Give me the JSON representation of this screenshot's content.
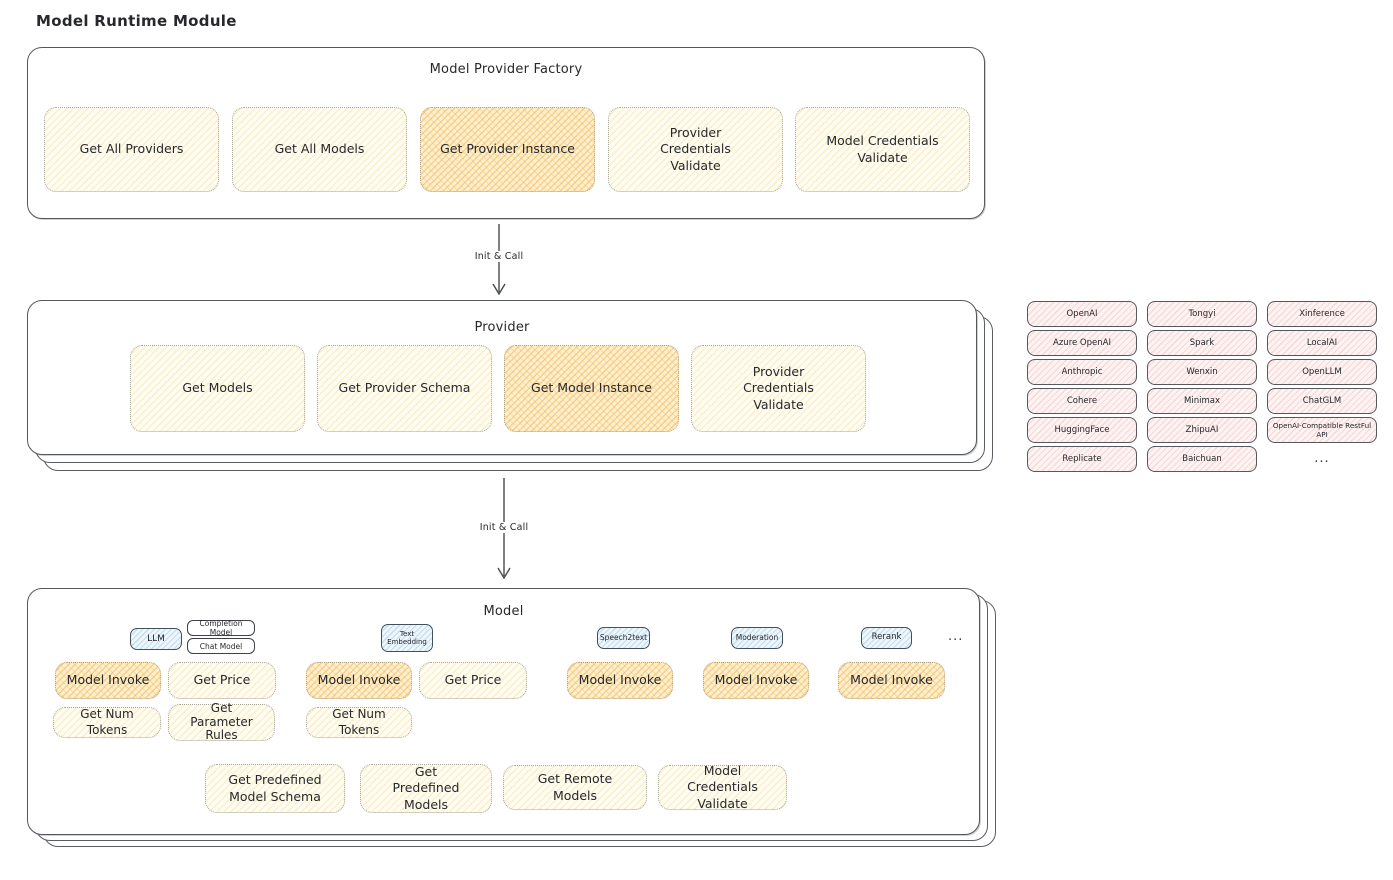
{
  "page_title": "Model Runtime Module",
  "colors": {
    "highlight_fill": "#f6ba56",
    "plain_fill": "#fdf4cf",
    "provider_chip_fill": "#fbdcdc",
    "tab_fill": "#cfe7f7",
    "stroke": "#54575b"
  },
  "factory": {
    "title": "Model Provider Factory",
    "items": [
      {
        "label": "Get All Providers"
      },
      {
        "label": "Get All Models"
      },
      {
        "label": "Get Provider Instance"
      },
      {
        "label": "Provider Credentials Validate"
      },
      {
        "label": "Model Credentials Validate"
      }
    ]
  },
  "arrows": {
    "factory_to_provider": "Init & Call",
    "provider_to_model": "Init & Call"
  },
  "provider": {
    "title": "Provider",
    "items": [
      {
        "label": "Get Models"
      },
      {
        "label": "Get Provider Schema"
      },
      {
        "label": "Get Model Instance"
      },
      {
        "label": "Provider Credentials Validate"
      }
    ]
  },
  "providers": {
    "rows": [
      [
        "OpenAI",
        "Tongyi",
        "Xinference"
      ],
      [
        "Azure OpenAI",
        "Spark",
        "LocalAI"
      ],
      [
        "Anthropic",
        "Wenxin",
        "OpenLLM"
      ],
      [
        "Cohere",
        "Minimax",
        "ChatGLM"
      ],
      [
        "HuggingFace",
        "ZhipuAI",
        "OpenAI-Compatible RestFul API"
      ],
      [
        "Replicate",
        "Baichuan",
        "..."
      ]
    ]
  },
  "model": {
    "title": "Model",
    "ellipsis": "...",
    "tabs": {
      "llm": "LLM",
      "completion_model": "Completion Model",
      "chat_model": "Chat Model",
      "text_embedding": "Text Embedding",
      "speech2text": "Speech2text",
      "moderation": "Moderation",
      "rerank": "Rerank"
    },
    "functions": {
      "llm": [
        "Model Invoke",
        "Get Price",
        "Get Num Tokens",
        "Get Parameter Rules"
      ],
      "text_embedding": [
        "Model Invoke",
        "Get Price",
        "Get Num Tokens"
      ],
      "speech2text": [
        "Model Invoke"
      ],
      "moderation": [
        "Model Invoke"
      ],
      "rerank": [
        "Model Invoke"
      ]
    },
    "common": [
      "Get Predefined Model Schema",
      "Get Predefined Models",
      "Get Remote Models",
      "Model Credentials Validate"
    ]
  }
}
